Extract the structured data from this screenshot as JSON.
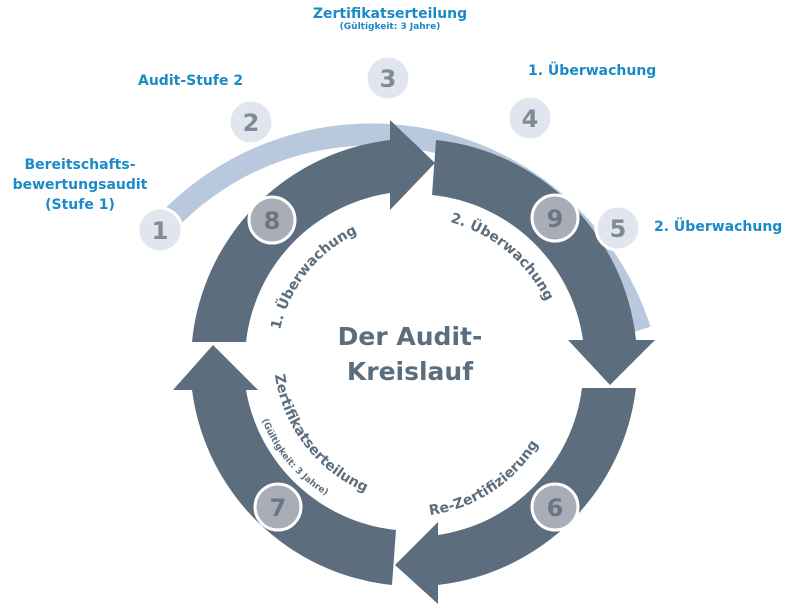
{
  "title": [
    "Der Audit-",
    "Kreislauf"
  ],
  "outer_steps": [
    {
      "num": "1",
      "label": [
        "Bereitschafts-",
        "bewertungsaudit",
        "(Stufe 1)"
      ]
    },
    {
      "num": "2",
      "label": [
        "Audit-Stufe 2"
      ]
    },
    {
      "num": "3",
      "label": [
        "Zertifikatserteilung"
      ],
      "sublabel": "(Gültigkeit: 3 Jahre)"
    },
    {
      "num": "4",
      "label": [
        "1. Überwachung"
      ]
    },
    {
      "num": "5",
      "label": [
        "2. Überwachung"
      ]
    }
  ],
  "inner_steps": [
    {
      "num": "6",
      "label": "Re-Zertifizierung"
    },
    {
      "num": "7",
      "label": "Zertifikatserteilung",
      "sublabel": "(Gültigkeit: 3 Jahre)"
    },
    {
      "num": "8",
      "label": "1. Überwachung"
    },
    {
      "num": "9",
      "label": "2. Überwachung"
    }
  ],
  "colors": {
    "label_blue": "#1a8ac9",
    "outer_arc": "#b8c9de",
    "outer_circle": "#e1e6ee",
    "number_gray": "#7f8c98",
    "arrow_dark": "#5c6e7e",
    "inner_circle": "#a9adb8",
    "inner_number": "#6c7783"
  }
}
